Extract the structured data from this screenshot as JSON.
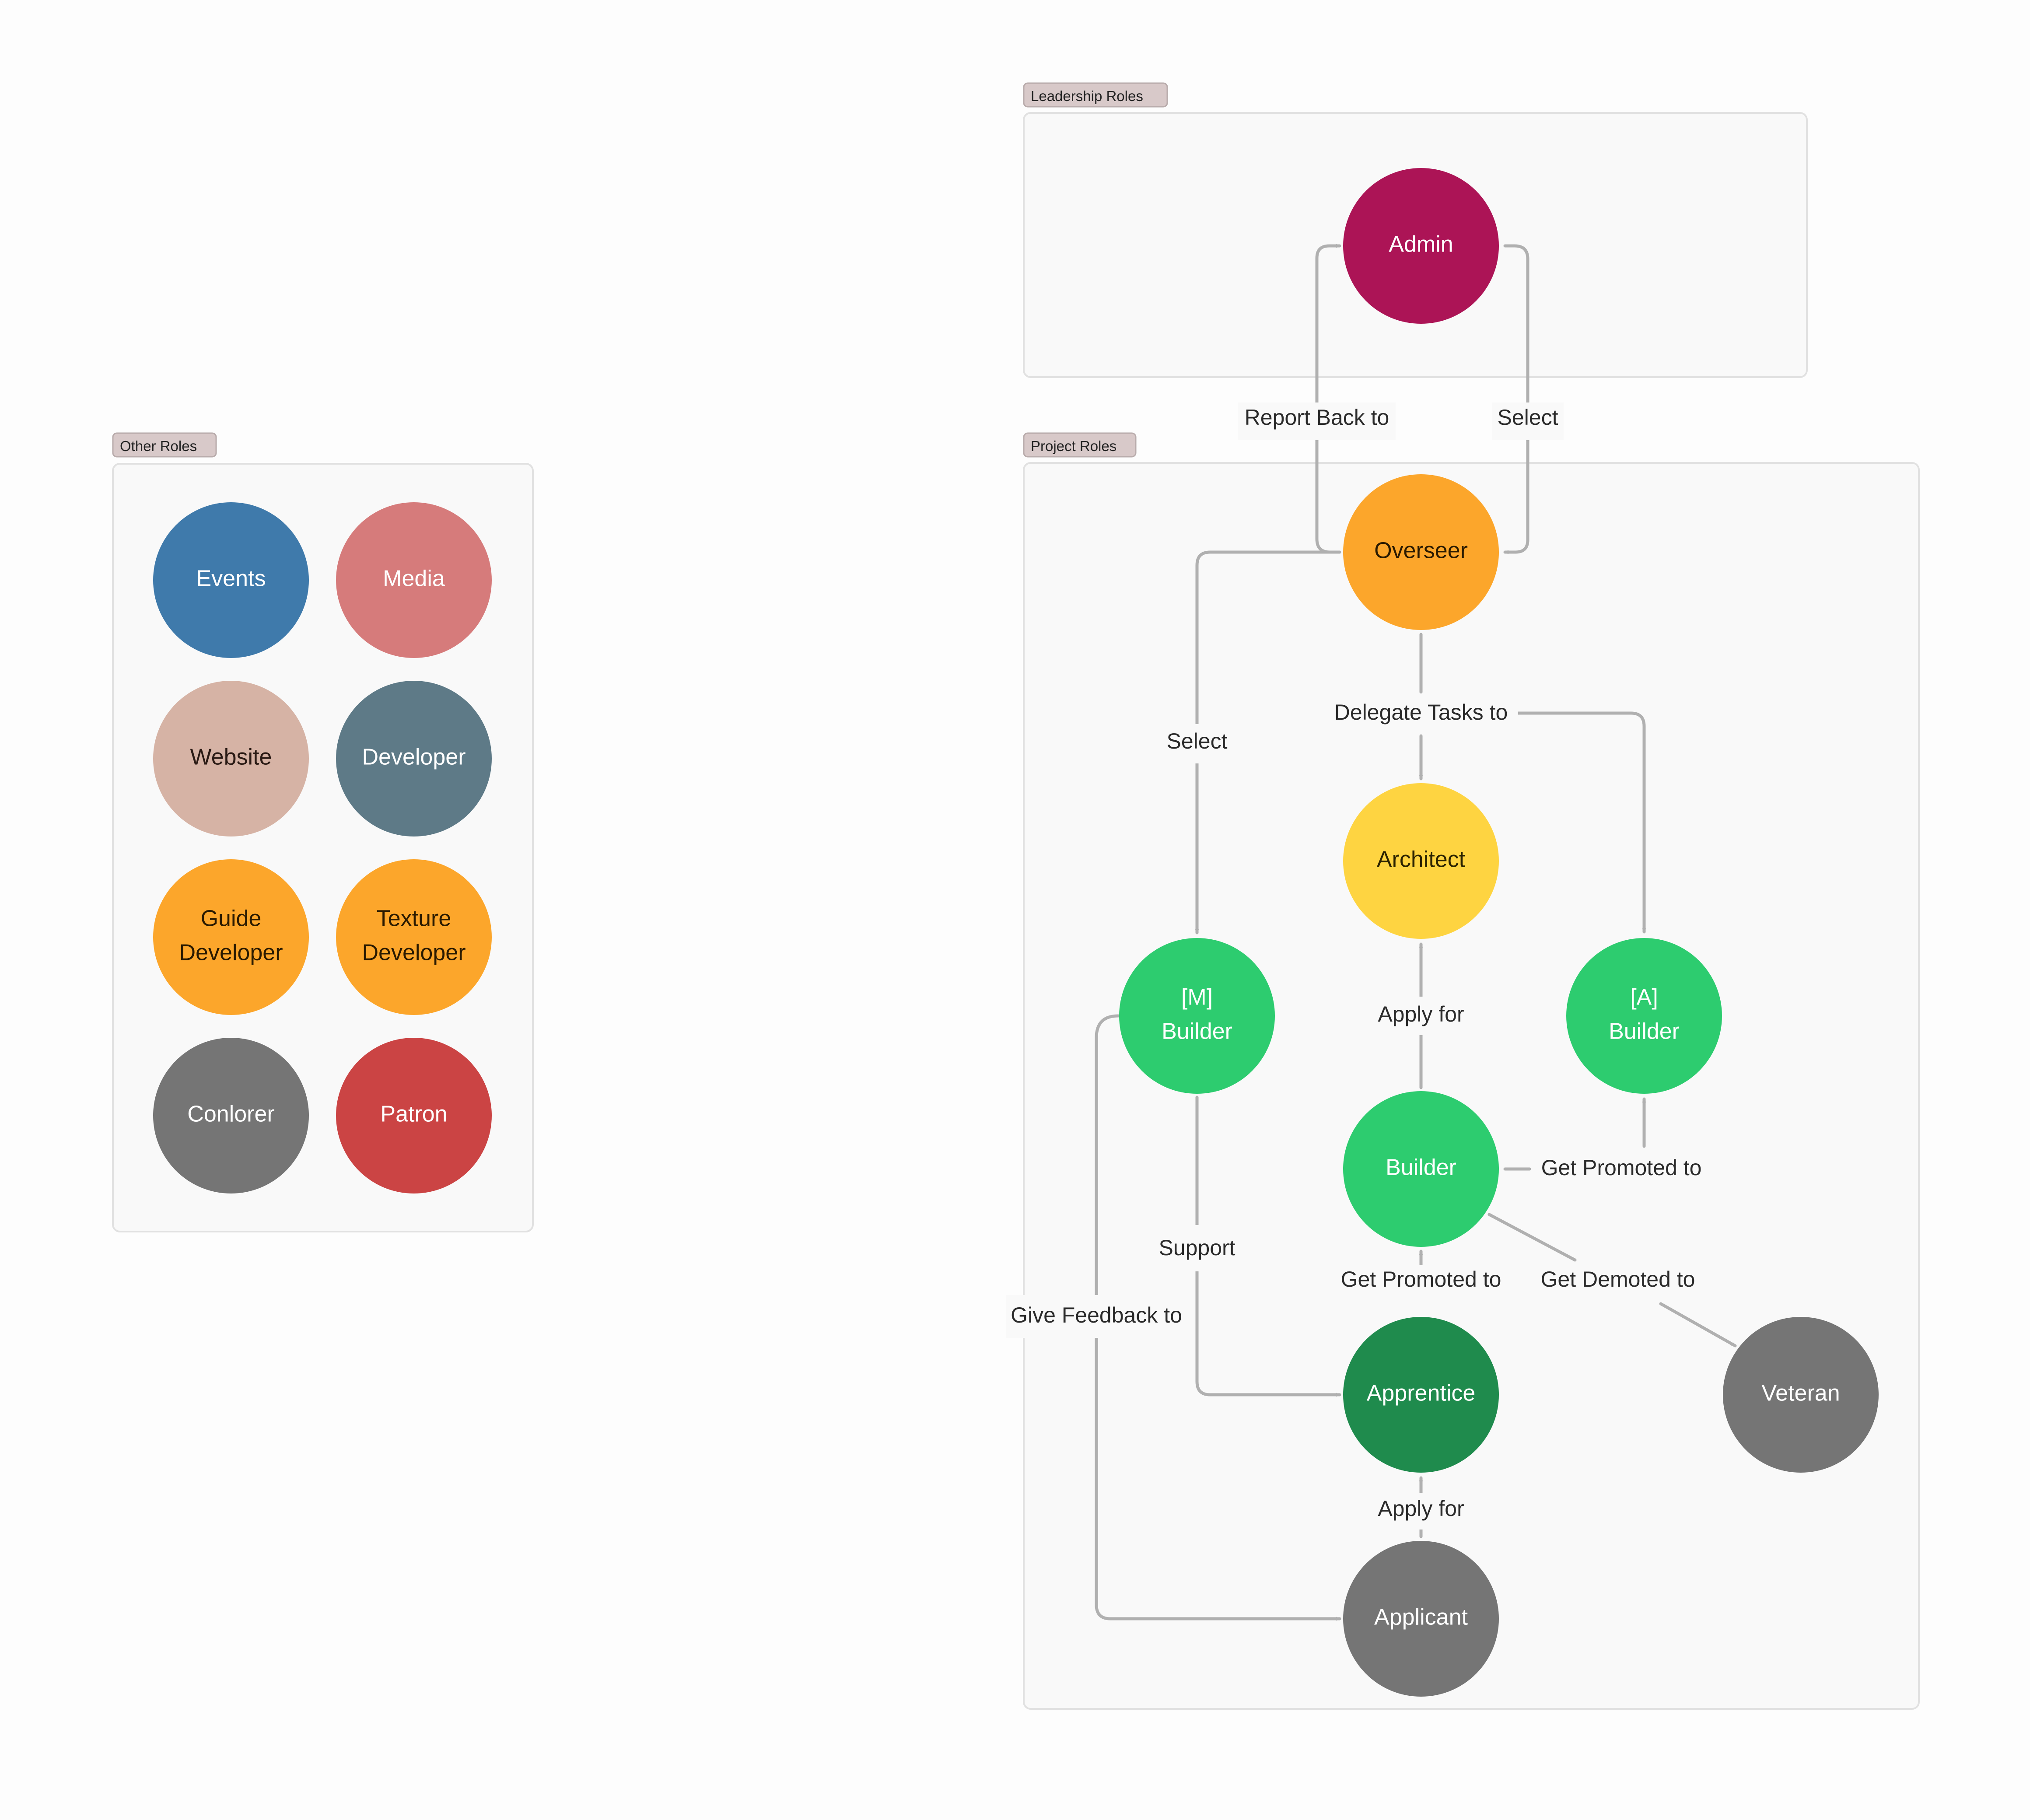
{
  "groups": {
    "other_roles": {
      "tag": "Other Roles",
      "nodes": [
        {
          "id": "events",
          "lines": [
            "Events"
          ],
          "color": "#3f7aab",
          "text_color": "#ffffff"
        },
        {
          "id": "media",
          "lines": [
            "Media"
          ],
          "color": "#d67b7b",
          "text_color": "#ffffff"
        },
        {
          "id": "website",
          "lines": [
            "Website"
          ],
          "color": "#d6b3a5",
          "text_color": "#2a1a14"
        },
        {
          "id": "developer",
          "lines": [
            "Developer"
          ],
          "color": "#5e7a87",
          "text_color": "#ffffff"
        },
        {
          "id": "guide-developer",
          "lines": [
            "Guide",
            "Developer"
          ],
          "color": "#fca62b",
          "text_color": "#2a1a00"
        },
        {
          "id": "texture-developer",
          "lines": [
            "Texture",
            "Developer"
          ],
          "color": "#fca62b",
          "text_color": "#2a1a00"
        },
        {
          "id": "conlorer",
          "lines": [
            "Conlorer"
          ],
          "color": "#757575",
          "text_color": "#ffffff"
        },
        {
          "id": "patron",
          "lines": [
            "Patron"
          ],
          "color": "#cb4444",
          "text_color": "#ffffff"
        }
      ]
    },
    "leadership_roles": {
      "tag": "Leadership Roles",
      "nodes": [
        {
          "id": "admin",
          "lines": [
            "Admin"
          ],
          "color": "#ac1456",
          "text_color": "#ffffff"
        }
      ]
    },
    "project_roles": {
      "tag": "Project Roles",
      "nodes": [
        {
          "id": "overseer",
          "lines": [
            "Overseer"
          ],
          "color": "#fca62b",
          "text_color": "#2a1a00"
        },
        {
          "id": "architect",
          "lines": [
            "Architect"
          ],
          "color": "#fed441",
          "text_color": "#2a2200"
        },
        {
          "id": "m-builder",
          "lines": [
            "[M]",
            "Builder"
          ],
          "color": "#2dcc6f",
          "text_color": "#ffffff"
        },
        {
          "id": "a-builder",
          "lines": [
            "[A]",
            "Builder"
          ],
          "color": "#2dcc6f",
          "text_color": "#ffffff"
        },
        {
          "id": "builder",
          "lines": [
            "Builder"
          ],
          "color": "#2dcc6f",
          "text_color": "#ffffff"
        },
        {
          "id": "apprentice",
          "lines": [
            "Apprentice"
          ],
          "color": "#1f8b4d",
          "text_color": "#ffffff"
        },
        {
          "id": "veteran",
          "lines": [
            "Veteran"
          ],
          "color": "#757575",
          "text_color": "#ffffff"
        },
        {
          "id": "applicant",
          "lines": [
            "Applicant"
          ],
          "color": "#757575",
          "text_color": "#ffffff"
        }
      ]
    }
  },
  "edges": [
    {
      "id": "overseer-reports-admin",
      "from": "overseer",
      "to": "admin",
      "label": "Report Back to"
    },
    {
      "id": "admin-selects-overseer",
      "from": "admin",
      "to": "overseer",
      "label": "Select"
    },
    {
      "id": "overseer-selects-m-builder",
      "from": "overseer",
      "to": "m-builder",
      "label": "Select"
    },
    {
      "id": "overseer-delegates",
      "from": "overseer",
      "to": [
        "architect",
        "a-builder"
      ],
      "label": "Delegate Tasks to"
    },
    {
      "id": "builder-applies-architect",
      "from": "builder",
      "to": "architect",
      "label": "Apply for"
    },
    {
      "id": "builder-promoted-a-builder",
      "from": "builder",
      "to": "a-builder",
      "label": "Get Promoted to"
    },
    {
      "id": "apprentice-promoted-builder",
      "from": "apprentice",
      "to": "builder",
      "label": "Get Promoted to"
    },
    {
      "id": "builder-demoted-veteran",
      "from": "builder",
      "to": "veteran",
      "label": "Get Demoted to"
    },
    {
      "id": "m-builder-supports-apprentice",
      "from": "m-builder",
      "to": "apprentice",
      "label": "Support"
    },
    {
      "id": "m-builder-feedback-applicant",
      "from": "m-builder",
      "to": "applicant",
      "label": "Give Feedback to"
    },
    {
      "id": "applicant-applies-apprentice",
      "from": "applicant",
      "to": "apprentice",
      "label": "Apply for"
    }
  ],
  "colors": {
    "edge": "#b0b0b0",
    "frame_fill": "#f9f9f9",
    "frame_stroke": "#e1e1e1",
    "tag_fill": "#d8c9c9"
  }
}
